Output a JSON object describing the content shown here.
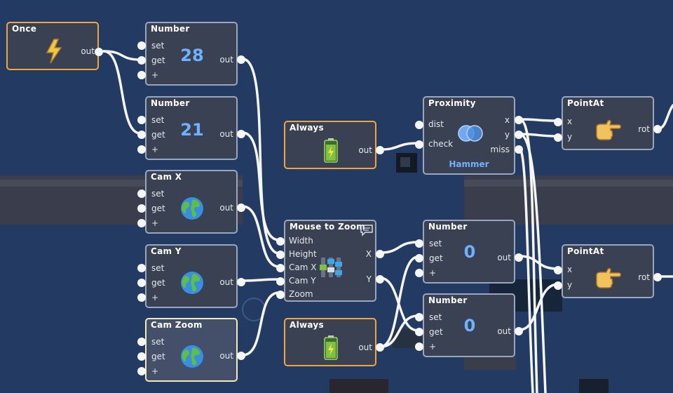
{
  "nodes": {
    "once": {
      "title": "Once",
      "out": "out"
    },
    "number1": {
      "title": "Number",
      "set": "set",
      "get": "get",
      "plus": "+",
      "out": "out",
      "value": "28"
    },
    "number2": {
      "title": "Number",
      "set": "set",
      "get": "get",
      "plus": "+",
      "out": "out",
      "value": "21"
    },
    "camx": {
      "title": "Cam X",
      "set": "set",
      "get": "get",
      "plus": "+",
      "out": "out"
    },
    "camy": {
      "title": "Cam Y",
      "set": "set",
      "get": "get",
      "plus": "+",
      "out": "out"
    },
    "camzoom": {
      "title": "Cam Zoom",
      "set": "set",
      "get": "get",
      "plus": "+",
      "out": "out"
    },
    "always1": {
      "title": "Always",
      "out": "out"
    },
    "always2": {
      "title": "Always",
      "out": "out"
    },
    "mousezoom": {
      "title": "Mouse to Zoom",
      "width": "Width",
      "height": "Height",
      "camx": "Cam X",
      "camy": "Cam Y",
      "zoom": "Zoom",
      "x": "X",
      "y": "Y"
    },
    "proximity": {
      "title": "Proximity",
      "dist": "dist",
      "check": "check",
      "x": "x",
      "y": "y",
      "miss": "miss",
      "sub": "Hammer"
    },
    "number3": {
      "title": "Number",
      "set": "set",
      "get": "get",
      "plus": "+",
      "out": "out",
      "value": "0"
    },
    "number4": {
      "title": "Number",
      "set": "set",
      "get": "get",
      "plus": "+",
      "out": "out",
      "value": "0"
    },
    "pointat1": {
      "title": "PointAt",
      "x": "x",
      "y": "y",
      "rot": "rot"
    },
    "pointat2": {
      "title": "PointAt",
      "x": "x",
      "y": "y",
      "rot": "rot"
    }
  },
  "colors": {
    "background": "#233a62",
    "node": "#3a4152",
    "event_border": "#f0a640",
    "value": "#6fb1ff",
    "wire": "#f4f6f8"
  },
  "icons": {
    "once": "lightning-icon",
    "always": "battery-icon",
    "variable": "globe-icon",
    "proximity": "overlap-circles-icon",
    "pointat": "pointing-hand-icon",
    "comment": "comment-icon",
    "mousezoom": "sliders-icon"
  }
}
